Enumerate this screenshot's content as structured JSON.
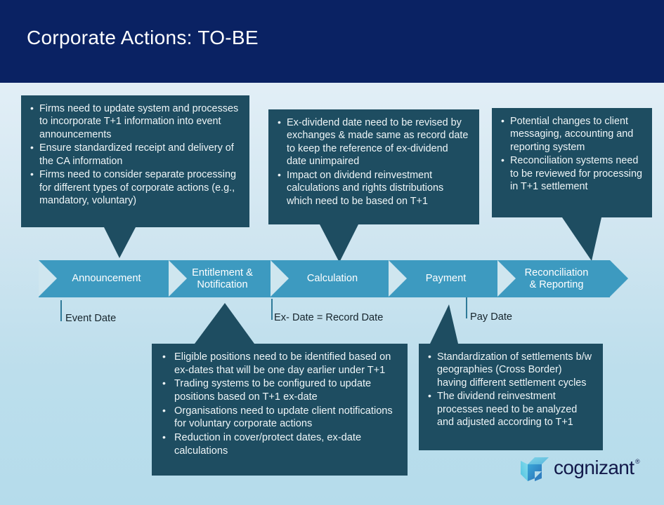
{
  "slide": {
    "title": "Corporate Actions: TO-BE",
    "colors": {
      "title_band": "#0a2263",
      "callout_bg": "#1e4d61",
      "chevron": "#3d9ac0",
      "background_top": "#e6f1f8",
      "background_bottom": "#b5dceb",
      "logo_text": "#12194a"
    }
  },
  "callouts": {
    "announcement": {
      "id": "announcement-callout",
      "bullets": [
        "Firms need to update system and processes to incorporate T+1 information into event announcements",
        "Ensure standardized receipt and delivery of the CA information",
        "Firms need to consider separate processing for different types of corporate actions (e.g., mandatory, voluntary)"
      ]
    },
    "calculation": {
      "id": "calculation-callout",
      "bullets": [
        "Ex-dividend date need to be revised by exchanges & made same as record date to keep the reference of ex-dividend date unimpaired",
        "Impact on dividend reinvestment calculations and rights distributions which need to be based on T+1"
      ]
    },
    "reconciliation": {
      "id": "reconciliation-callout",
      "bullets": [
        "Potential changes to client messaging, accounting and reporting system",
        "Reconciliation systems need to be reviewed for processing in T+1 settlement"
      ]
    },
    "entitlement": {
      "id": "entitlement-callout",
      "bullets": [
        "Eligible positions need to be identified based on ex-dates that will be one day earlier under T+1",
        "Trading systems to be configured to update positions based on T+1 ex-date",
        "Organisations need to update client notifications for voluntary corporate actions",
        "Reduction in cover/protect dates, ex-date calculations"
      ]
    },
    "payment": {
      "id": "payment-callout",
      "bullets": [
        "Standardization of settlements b/w geographies (Cross Border) having different settlement cycles",
        "The dividend reinvestment processes need to be analyzed and adjusted according to T+1"
      ]
    }
  },
  "flow": {
    "steps": [
      {
        "label": "Announcement"
      },
      {
        "label": "Entitlement &\nNotification",
        "line1": "Entitlement &",
        "line2": "Notification"
      },
      {
        "label": "Calculation"
      },
      {
        "label": "Payment"
      },
      {
        "label": "Reconciliation\n& Reporting",
        "line1": "Reconciliation",
        "line2": "& Reporting"
      }
    ]
  },
  "date_labels": [
    {
      "text": "Event Date"
    },
    {
      "text": "Ex- Date = Record Date"
    },
    {
      "text": "Pay Date"
    }
  ],
  "logo": {
    "name": "cognizant",
    "wordmark": "cognizant",
    "registered": "®"
  }
}
